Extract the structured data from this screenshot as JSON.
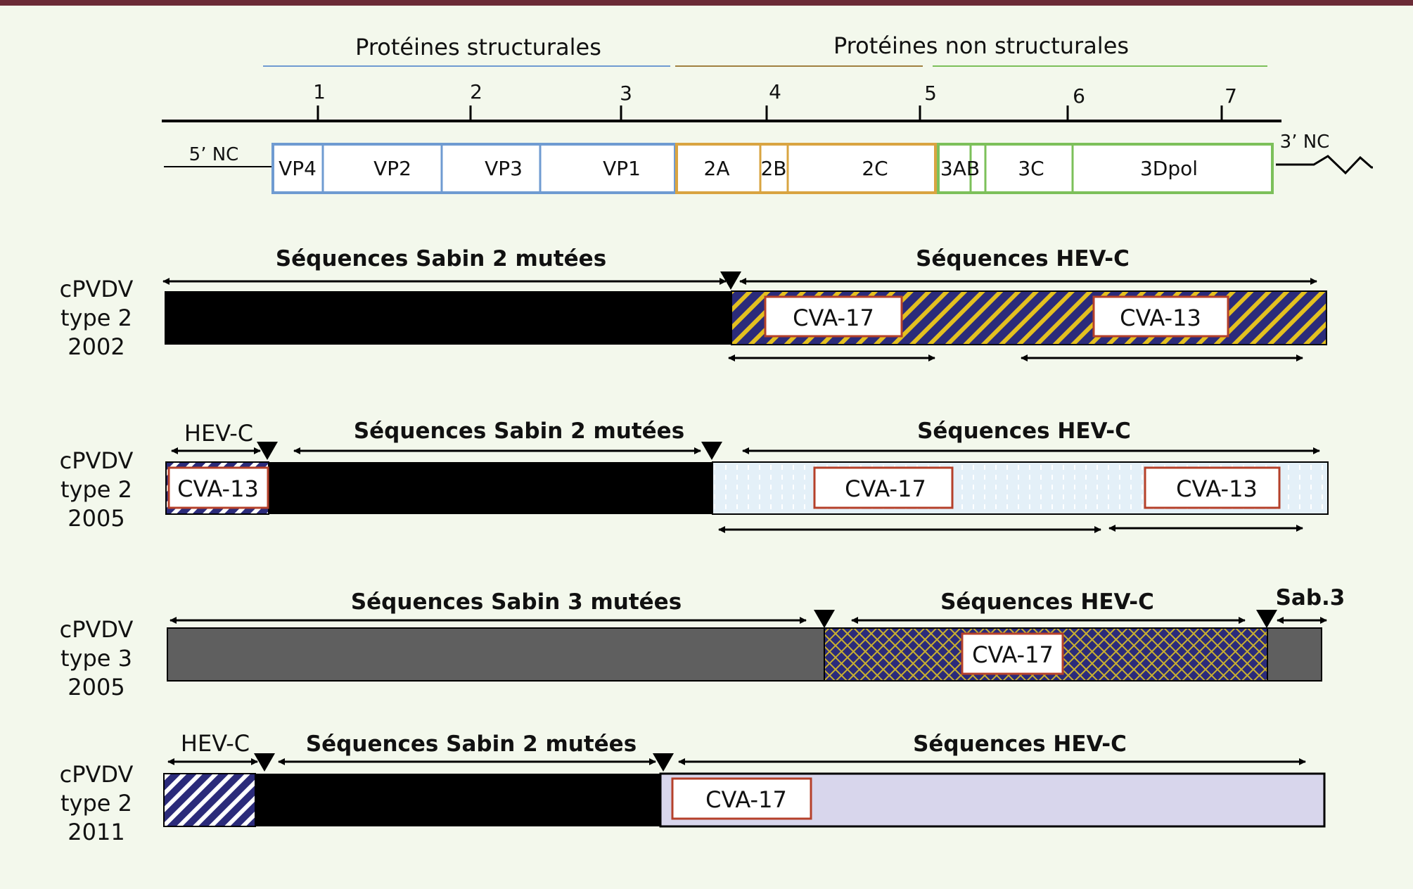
{
  "header": {
    "structural_label": "Protéines structurales",
    "nonstructural_label": "Protéines non structurales",
    "ticks": [
      "1",
      "2",
      "3",
      "4",
      "5",
      "6",
      "7"
    ],
    "nc5": "5’ NC",
    "nc3": "3’ NC"
  },
  "genome": {
    "vp4": "VP4",
    "vp2": "VP2",
    "vp3": "VP3",
    "vp1": "VP1",
    "a2": "2A",
    "b2": "2B",
    "c2": "2C",
    "ab3": "3AB",
    "c3": "3C",
    "dpol3": "3Dpol"
  },
  "colors": {
    "structural": "#6f9bd1",
    "p2": "#d9a441",
    "p3": "#7cc05a",
    "top_border": "#6b2b36",
    "box_border": "#b5402a",
    "sabin2": "#000000",
    "sabin3": "#5f5f5f",
    "navy": "#2b2b7a",
    "yellow": "#e3c020",
    "light_blue": "#e4f0f8",
    "lavender": "#d8d6ec"
  },
  "rows": [
    {
      "name_line1": "cPVDV",
      "name_line2": "type 2",
      "year": "2002",
      "sabin_label": "Séquences Sabin 2 mutées",
      "hevc_label": "Séquences HEV-C",
      "box1": "CVA-17",
      "box2": "CVA-13"
    },
    {
      "name_line1": "cPVDV",
      "name_line2": "type 2",
      "year": "2005",
      "hevc_small": "HEV-C",
      "sabin_label": "Séquences Sabin 2 mutées",
      "hevc_label": "Séquences HEV-C",
      "box0": "CVA-13",
      "box1": "CVA-17",
      "box2": "CVA-13"
    },
    {
      "name_line1": "cPVDV",
      "name_line2": "type 3",
      "year": "2005",
      "sabin_label": "Séquences Sabin 3 mutées",
      "hevc_label": "Séquences HEV-C",
      "sab3": "Sab.3",
      "box1": "CVA-17"
    },
    {
      "name_line1": "cPVDV",
      "name_line2": "type 2",
      "year": "2011",
      "hevc_small": "HEV-C",
      "sabin_label": "Séquences Sabin 2  mutées",
      "hevc_label": "Séquences HEV-C",
      "box1": "CVA-17"
    }
  ]
}
